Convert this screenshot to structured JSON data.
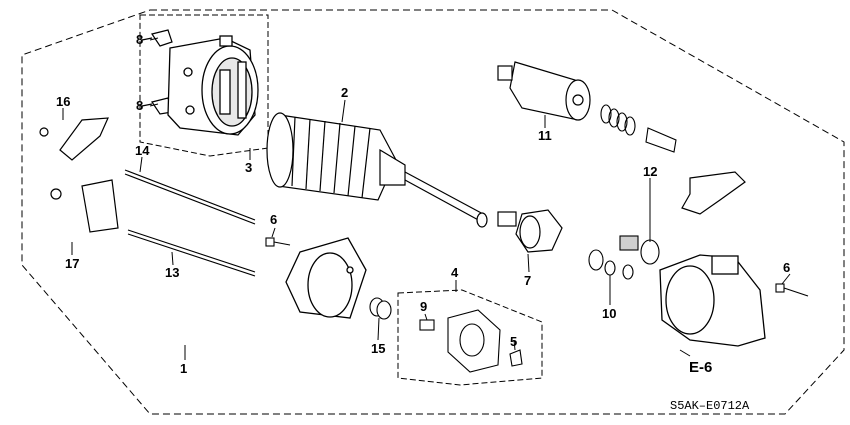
{
  "diagram_code": "S5AK–E0712A",
  "reference_label": "E-6",
  "callouts": {
    "c1": "1",
    "c2": "2",
    "c3": "3",
    "c4": "4",
    "c5": "5",
    "c6a": "6",
    "c6b": "6",
    "c7": "7",
    "c8a": "8",
    "c8b": "8",
    "c9": "9",
    "c10": "10",
    "c11": "11",
    "c12": "12",
    "c13": "13",
    "c14": "14",
    "c15": "15",
    "c16": "16",
    "c17": "17"
  }
}
